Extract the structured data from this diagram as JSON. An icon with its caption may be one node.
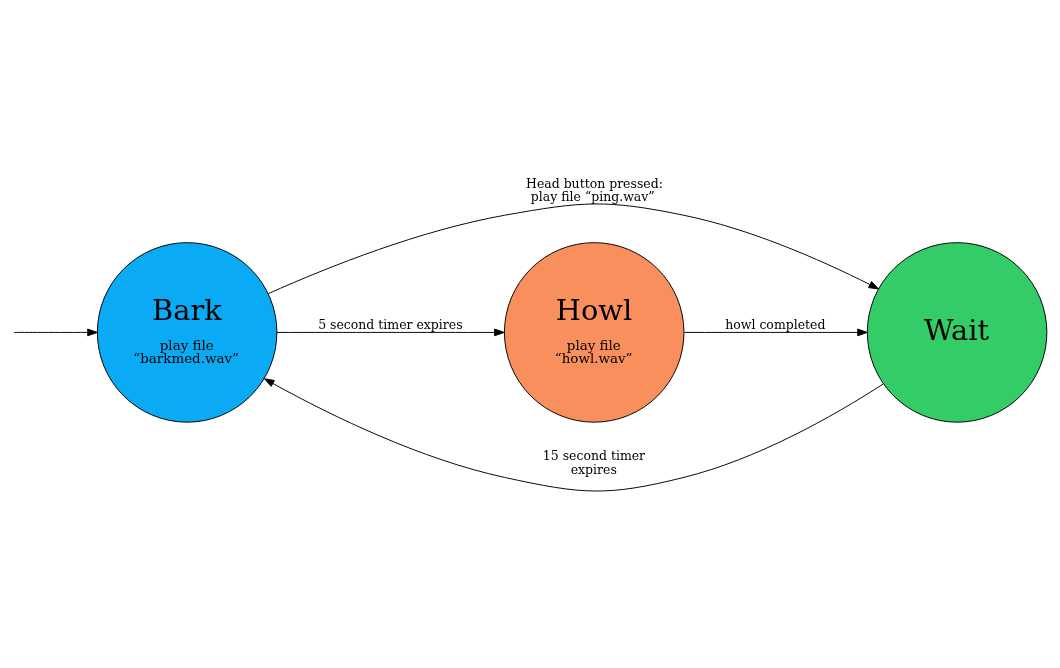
{
  "diagram": {
    "nodes": [
      {
        "text": [
          "Bark",
          "play file “barkmed.wav”"
        ]
      },
      {
        "text": [
          "Wait"
        ]
      },
      {
        "text": [
          "Howl",
          "play file “howl.wav”"
        ]
      }
    ],
    "edges": [
      {
        "from": null,
        "to": 0,
        "arrow": "to"
      },
      {
        "from": 0,
        "to": 1,
        "arrow": "to",
        "label": "Head button pressed: play file “ping.wav”"
      },
      {
        "from": 1,
        "to": 0,
        "arrow": "to",
        "label": "15 second timer expires"
      },
      {
        "from": 0,
        "to": 2,
        "arrow": "to",
        "label": "5 second timer expires"
      },
      {
        "from": 2,
        "to": 1,
        "arrow": "to",
        "label": "howl completed"
      }
    ]
  }
}
